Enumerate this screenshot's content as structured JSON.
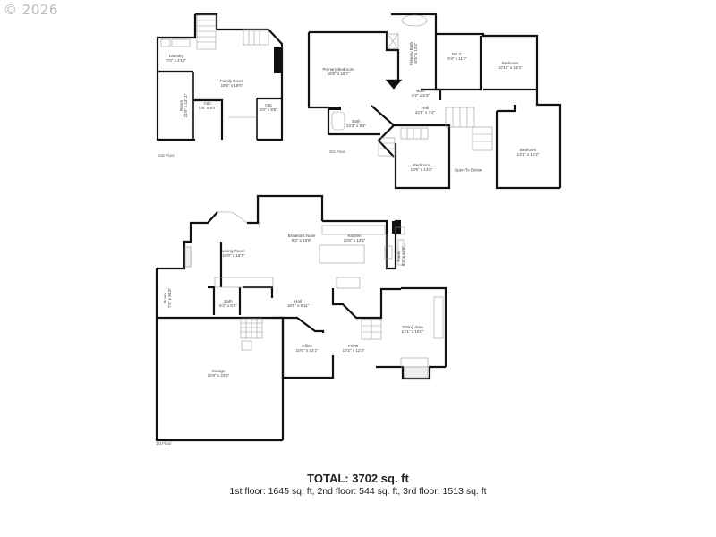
{
  "copyright": "© 2026",
  "floors": {
    "second": {
      "label": "2nd Floor",
      "rooms": [
        {
          "name": "Laundry",
          "dims": "7'0\" x 4'10\""
        },
        {
          "name": "Family Room",
          "dims": "18'6\" x 18'6\""
        },
        {
          "name": "Room",
          "dims": "21'9\" x 13'11\""
        },
        {
          "name": "Attic",
          "dims": "5'8\" x 9'0\""
        },
        {
          "name": "Attic",
          "dims": "8'0\" x 8'5\""
        }
      ]
    },
    "third": {
      "label": "3rd Floor",
      "rooms": [
        {
          "name": "Primary Bedroom",
          "dims": "18'6\" x 15'7\""
        },
        {
          "name": "Primary Bath",
          "dims": "18'5\" x 13'4\""
        },
        {
          "name": "W.I.C.",
          "dims": "9'4\" x 11'3\""
        },
        {
          "name": "Bedroom",
          "dims": "10'11\" x 13'4\""
        },
        {
          "name": "Bath",
          "dims": "5'2\" x 5'4\""
        },
        {
          "name": "Hall",
          "dims": "22'6\" x 7'4\""
        },
        {
          "name": "Bath",
          "dims": "13'3\" x 6'2\""
        },
        {
          "name": "Bedroom",
          "dims": "13'1\" x 15'2\""
        },
        {
          "name": "Bedroom",
          "dims": "10'5\" x 14'0\""
        },
        {
          "name": "Open To Below",
          "dims": ""
        }
      ]
    },
    "first": {
      "label": "1st Floor",
      "rooms": [
        {
          "name": "Living Room",
          "dims": "19'0\" x 15'7\""
        },
        {
          "name": "Breakfast Nook",
          "dims": "9'2\" x 19'9\""
        },
        {
          "name": "Kitchen",
          "dims": "10'5\" x 13'2\""
        },
        {
          "name": "Pantry",
          "dims": "5'7\" x 13'0\""
        },
        {
          "name": "Room",
          "dims": "7'9\" x 9'10\""
        },
        {
          "name": "Bath",
          "dims": "6'2\" x 5'9\""
        },
        {
          "name": "Hall",
          "dims": "18'8\" x 9'11\""
        },
        {
          "name": "Office",
          "dims": "10'0\" x 12'1\""
        },
        {
          "name": "Foyer",
          "dims": "10'2\" x 12'3\""
        },
        {
          "name": "Dining Area",
          "dims": "13'1\" x 16'0\""
        },
        {
          "name": "Garage",
          "dims": "25'9\" x 23'3\""
        }
      ]
    }
  },
  "totals": {
    "total_label": "TOTAL:",
    "total_value": "3702",
    "total_unit": "sq. ft",
    "breakdown": "1st floor: 1645 sq. ft, 2nd floor: 544 sq. ft, 3rd floor: 1513 sq. ft"
  }
}
